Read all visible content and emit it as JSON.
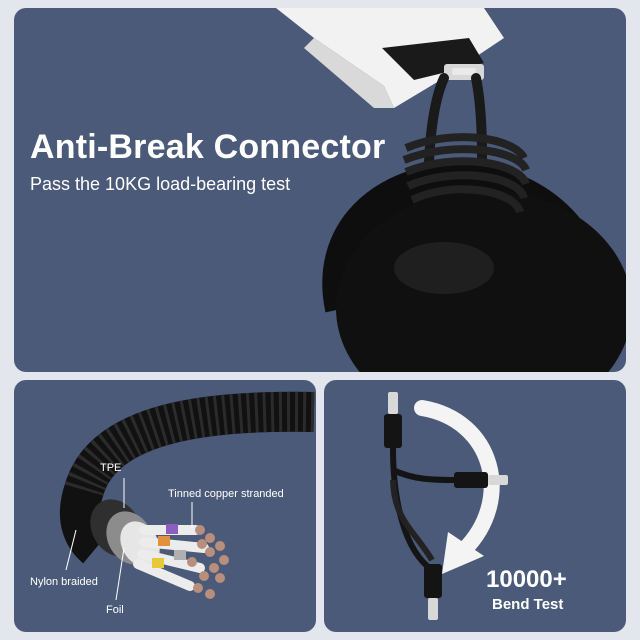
{
  "hero": {
    "headline": "Anti-Break Connector",
    "subline": "Pass the 10KG load-bearing test"
  },
  "layers": {
    "tpe": "TPE",
    "copper": "Tinned copper stranded",
    "nylon": "Nylon braided",
    "foil": "Foil"
  },
  "bend": {
    "count": "10000+",
    "label": "Bend Test"
  },
  "colors": {
    "panel": "#4a5a78",
    "background": "#e3e6ec",
    "text": "#ffffff",
    "cable": "#141414"
  }
}
